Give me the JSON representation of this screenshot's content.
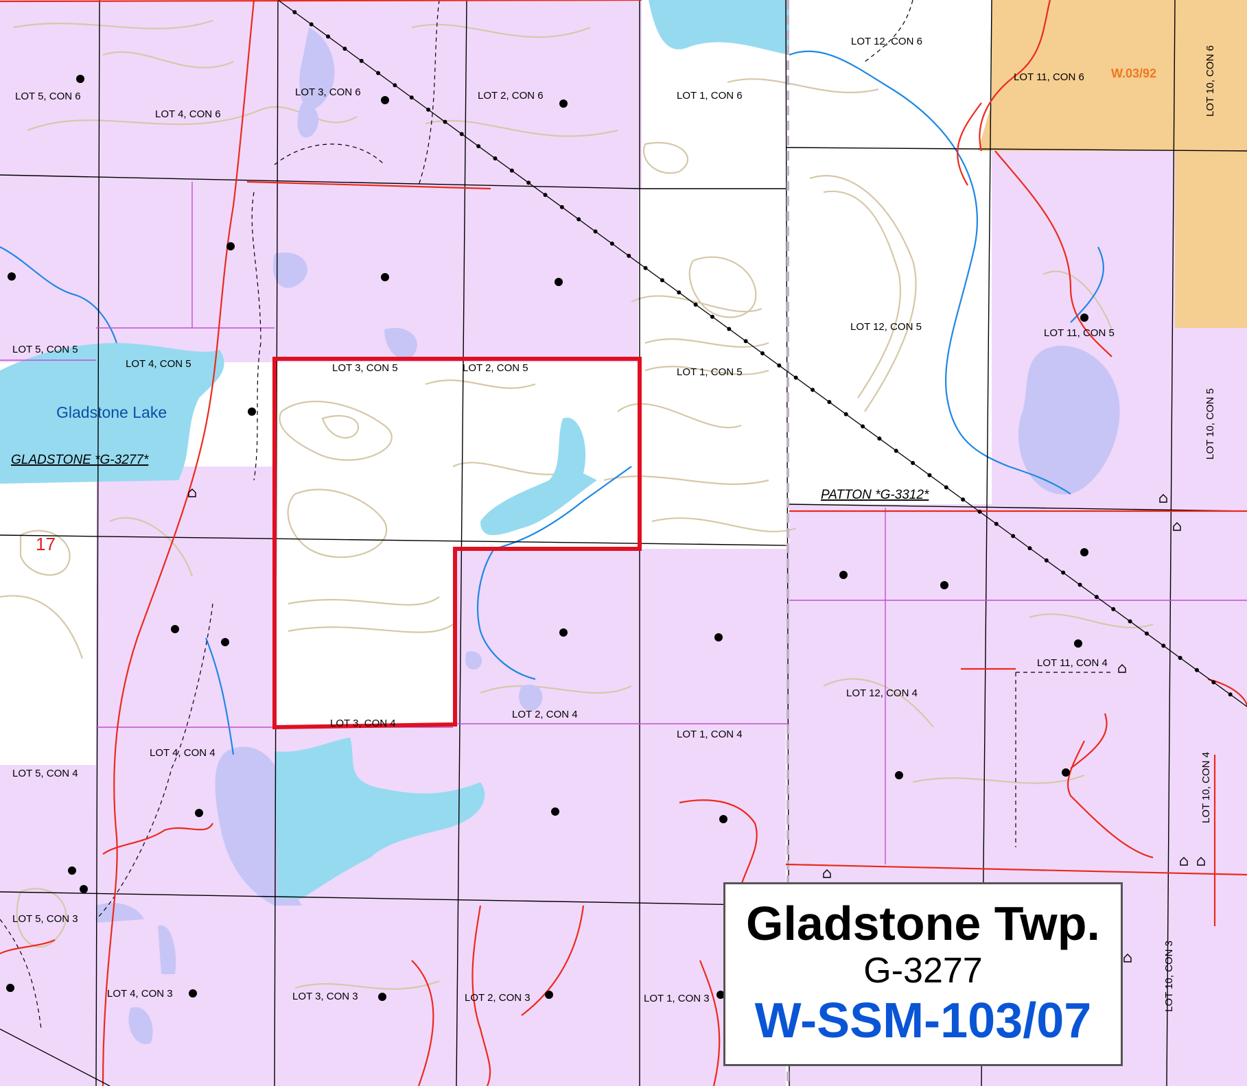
{
  "title_block": {
    "township": "Gladstone Twp.",
    "code": "G-3277",
    "claim": "W-SSM-103/07",
    "claim_color": "#0a55d6"
  },
  "map": {
    "lake_name": "Gladstone Lake",
    "township_labels": [
      "GLADSTONE  *G-3277*",
      "PATTON  *G-3312*"
    ],
    "number_label": "17",
    "withdrawal_label": "W.03/92",
    "lots": [
      "LOT 5, CON 6",
      "LOT 4, CON 6",
      "LOT 3, CON 6",
      "LOT 2, CON 6",
      "LOT 1, CON 6",
      "LOT 12, CON 6",
      "LOT 11, CON 6",
      "LOT 10, CON 6",
      "LOT 5, CON 5",
      "LOT 4, CON 5",
      "LOT 3, CON 5",
      "LOT 2, CON 5",
      "LOT 1, CON 5",
      "LOT 12, CON 5",
      "LOT 11, CON 5",
      "LOT 10, CON 5",
      "LOT 5, CON 4",
      "LOT 4, CON 4",
      "LOT 3, CON 4",
      "LOT 2, CON 4",
      "LOT 1, CON 4",
      "LOT 12, CON 4",
      "LOT 11, CON 4",
      "LOT 10, CON 4",
      "LOT 5, CON 3",
      "LOT 4, CON 3",
      "LOT 3, CON 3",
      "LOT 2, CON 3",
      "LOT 1, CON 3",
      "LOT 10, CON 3"
    ],
    "colors": {
      "patented": "#f0d8fb",
      "water": "#96daf0",
      "wetland": "#c7c5f5",
      "withdrawn": "#f5ce92",
      "claim_outline": "#e01020",
      "roads": "#ec2a1c",
      "contours": "#d5c8a8",
      "streams": "#1e88e5"
    }
  }
}
